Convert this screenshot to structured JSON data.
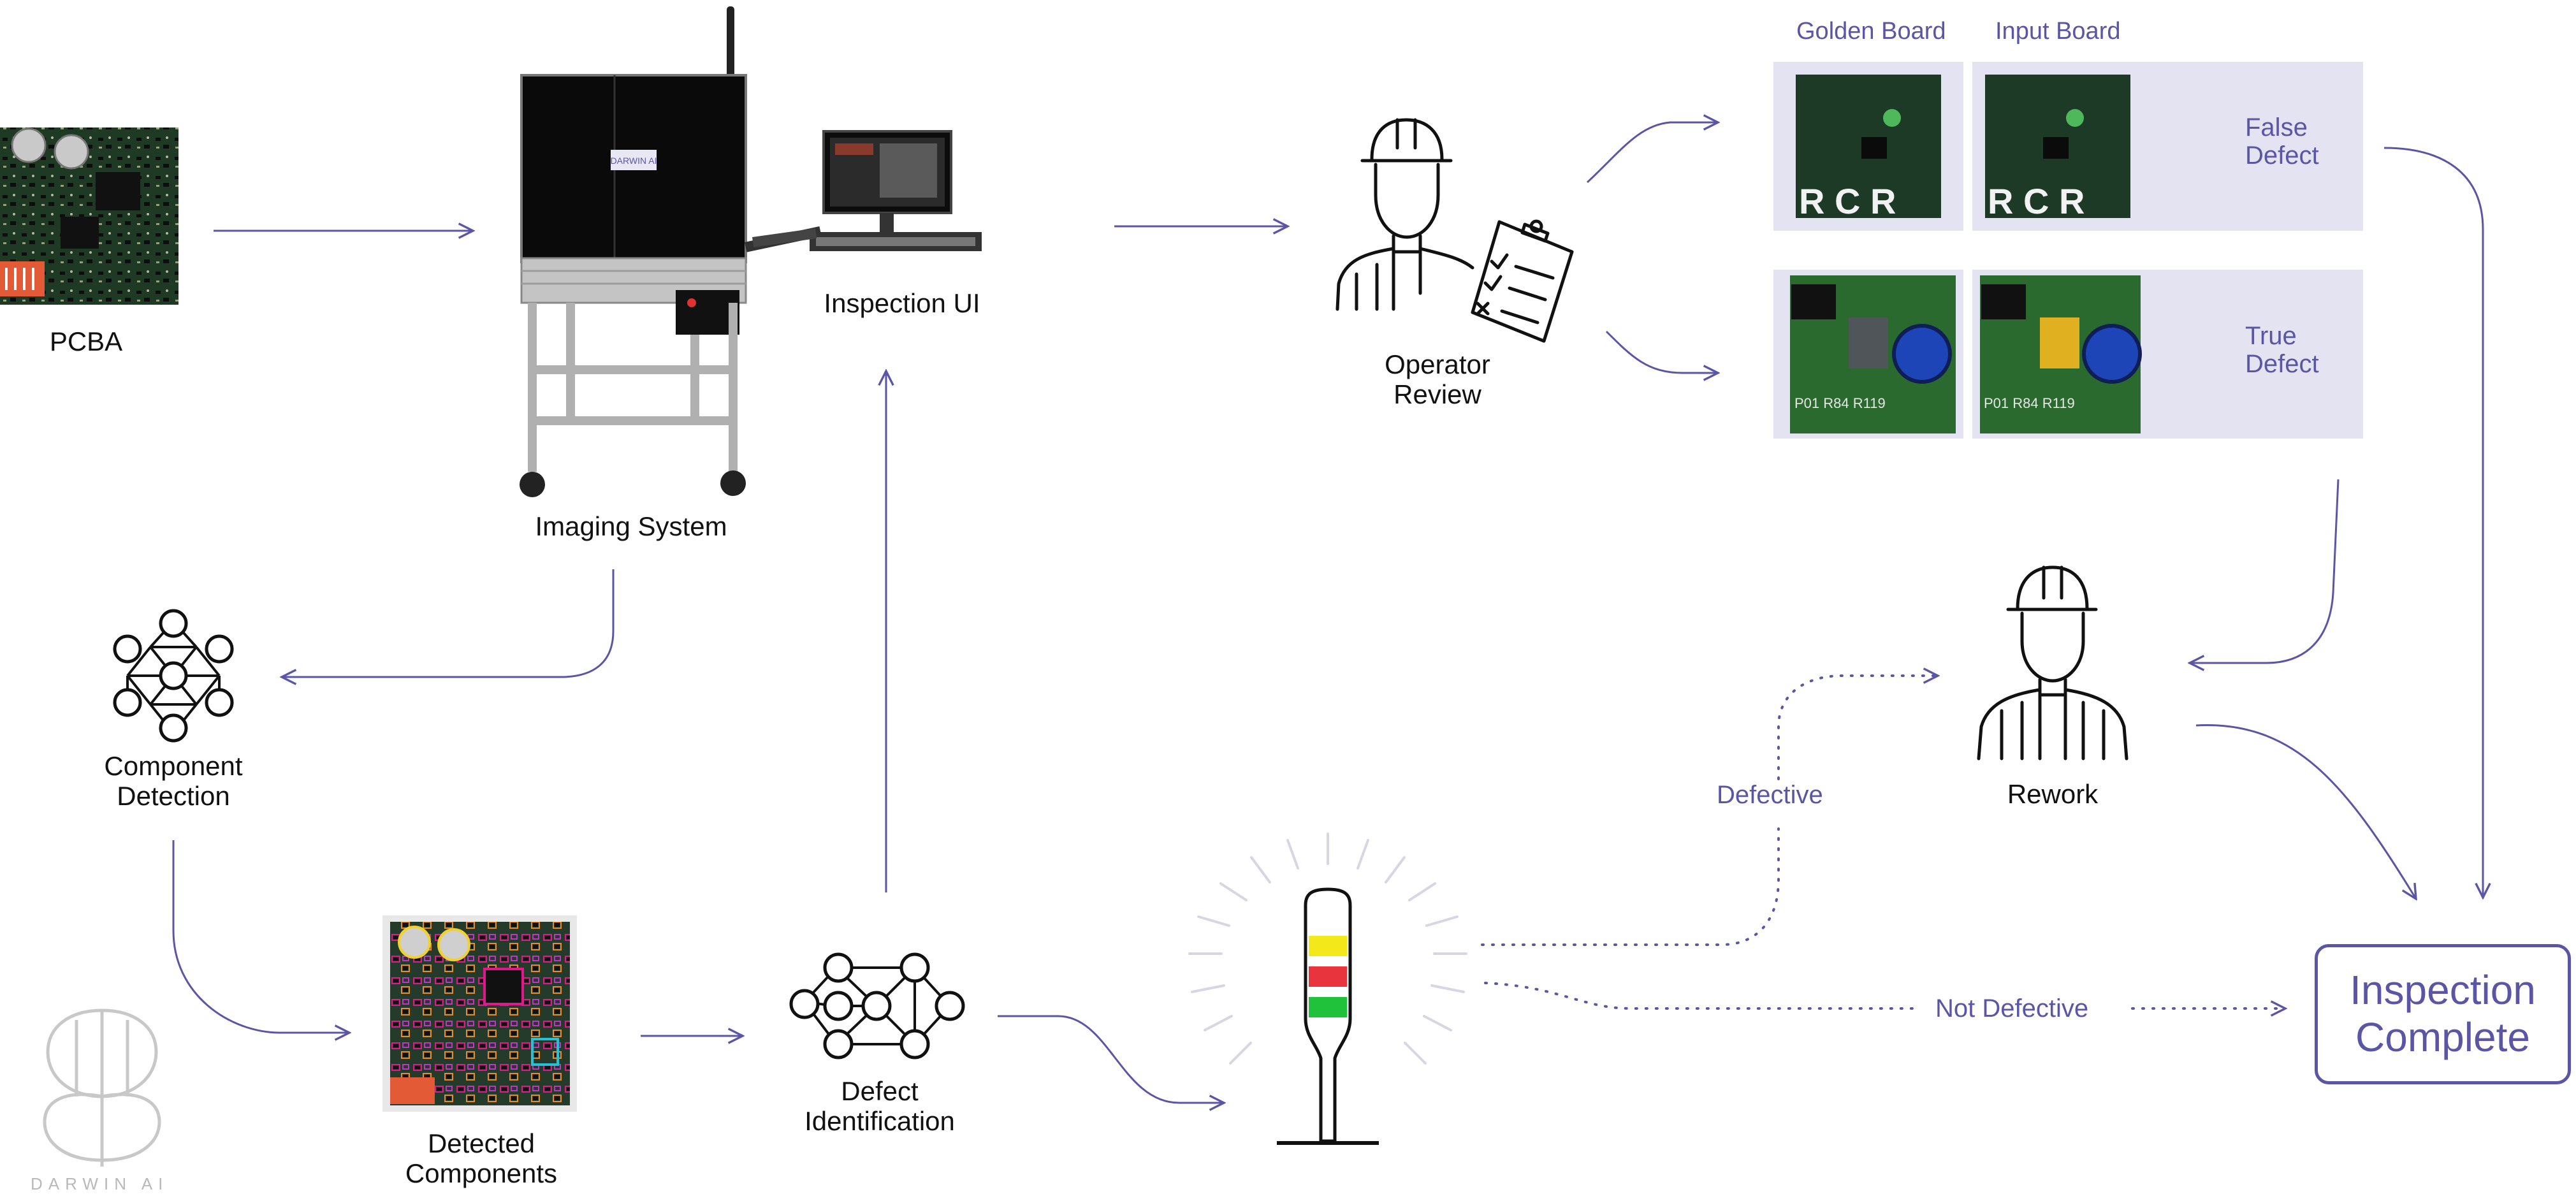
{
  "labels": {
    "pcba": "PCBA",
    "imaging_system": "Imaging System",
    "inspection_ui": "Inspection UI",
    "operator_review": "Operator\nReview",
    "component_detection": "Component\nDetection",
    "detected_components": "Detected\nComponents",
    "defect_identification": "Defect\nIdentification",
    "rework": "Rework",
    "defective": "Defective",
    "not_defective": "Not Defective",
    "inspection_complete": "Inspection\nComplete"
  },
  "review_panel": {
    "golden_board": "Golden Board",
    "input_board": "Input Board",
    "false_defect": "False\nDefect",
    "true_defect": "True\nDefect"
  },
  "logo": {
    "text": "DARWIN AI"
  },
  "colors": {
    "accent": "#5b55a6",
    "panel": "#e4e3f1",
    "light_yellow": "#f2e81a",
    "light_red": "#e8343c",
    "light_green": "#1fc23a"
  },
  "icons": [
    "neural-network-icon",
    "operator-icon",
    "clipboard-checklist-icon",
    "worker-icon",
    "stack-light-icon",
    "cross-icon",
    "check-icon"
  ]
}
